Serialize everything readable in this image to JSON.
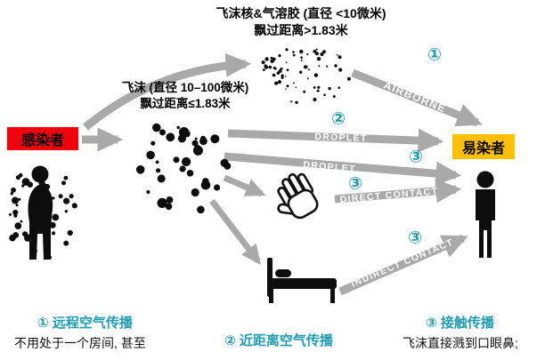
{
  "notes": {
    "aerosol_line1": "飞沫核&气溶胶 (直径 <10微米)",
    "aerosol_line2": "飘过距离>1.83米",
    "droplet_line1": "飞沫 (直径 10–100微米)",
    "droplet_line2": "飘过距离≤1.83米"
  },
  "boxes": {
    "infected": "感染者",
    "susceptible": "易染者"
  },
  "arrow_labels": {
    "airborne": "AIRBORNE",
    "droplet_upper": "DROPLET",
    "droplet_lower": "DROPLET",
    "direct_contact": "DIRECT CONTACT",
    "indirect_contact": "INDIRECT CONTACT"
  },
  "route_numbers": {
    "airborne": "①",
    "droplet_upper": "②",
    "droplet_lower": "③",
    "direct_contact": "③",
    "indirect_contact": "③"
  },
  "legend": {
    "remote_air_title": "① 远程空气传播",
    "remote_air_note": "不用处于一个房间, 甚至",
    "near_air_title": "② 近距离空气传播",
    "contact_title": "③ 接触传播",
    "contact_note": "飞沫直接溅到口眼鼻;"
  },
  "colors": {
    "infected_bg": "#f2000c",
    "susceptible_bg": "#ffc000",
    "accent_teal": "#1d9cb3",
    "arrow_gray": "#a9a9a9"
  }
}
